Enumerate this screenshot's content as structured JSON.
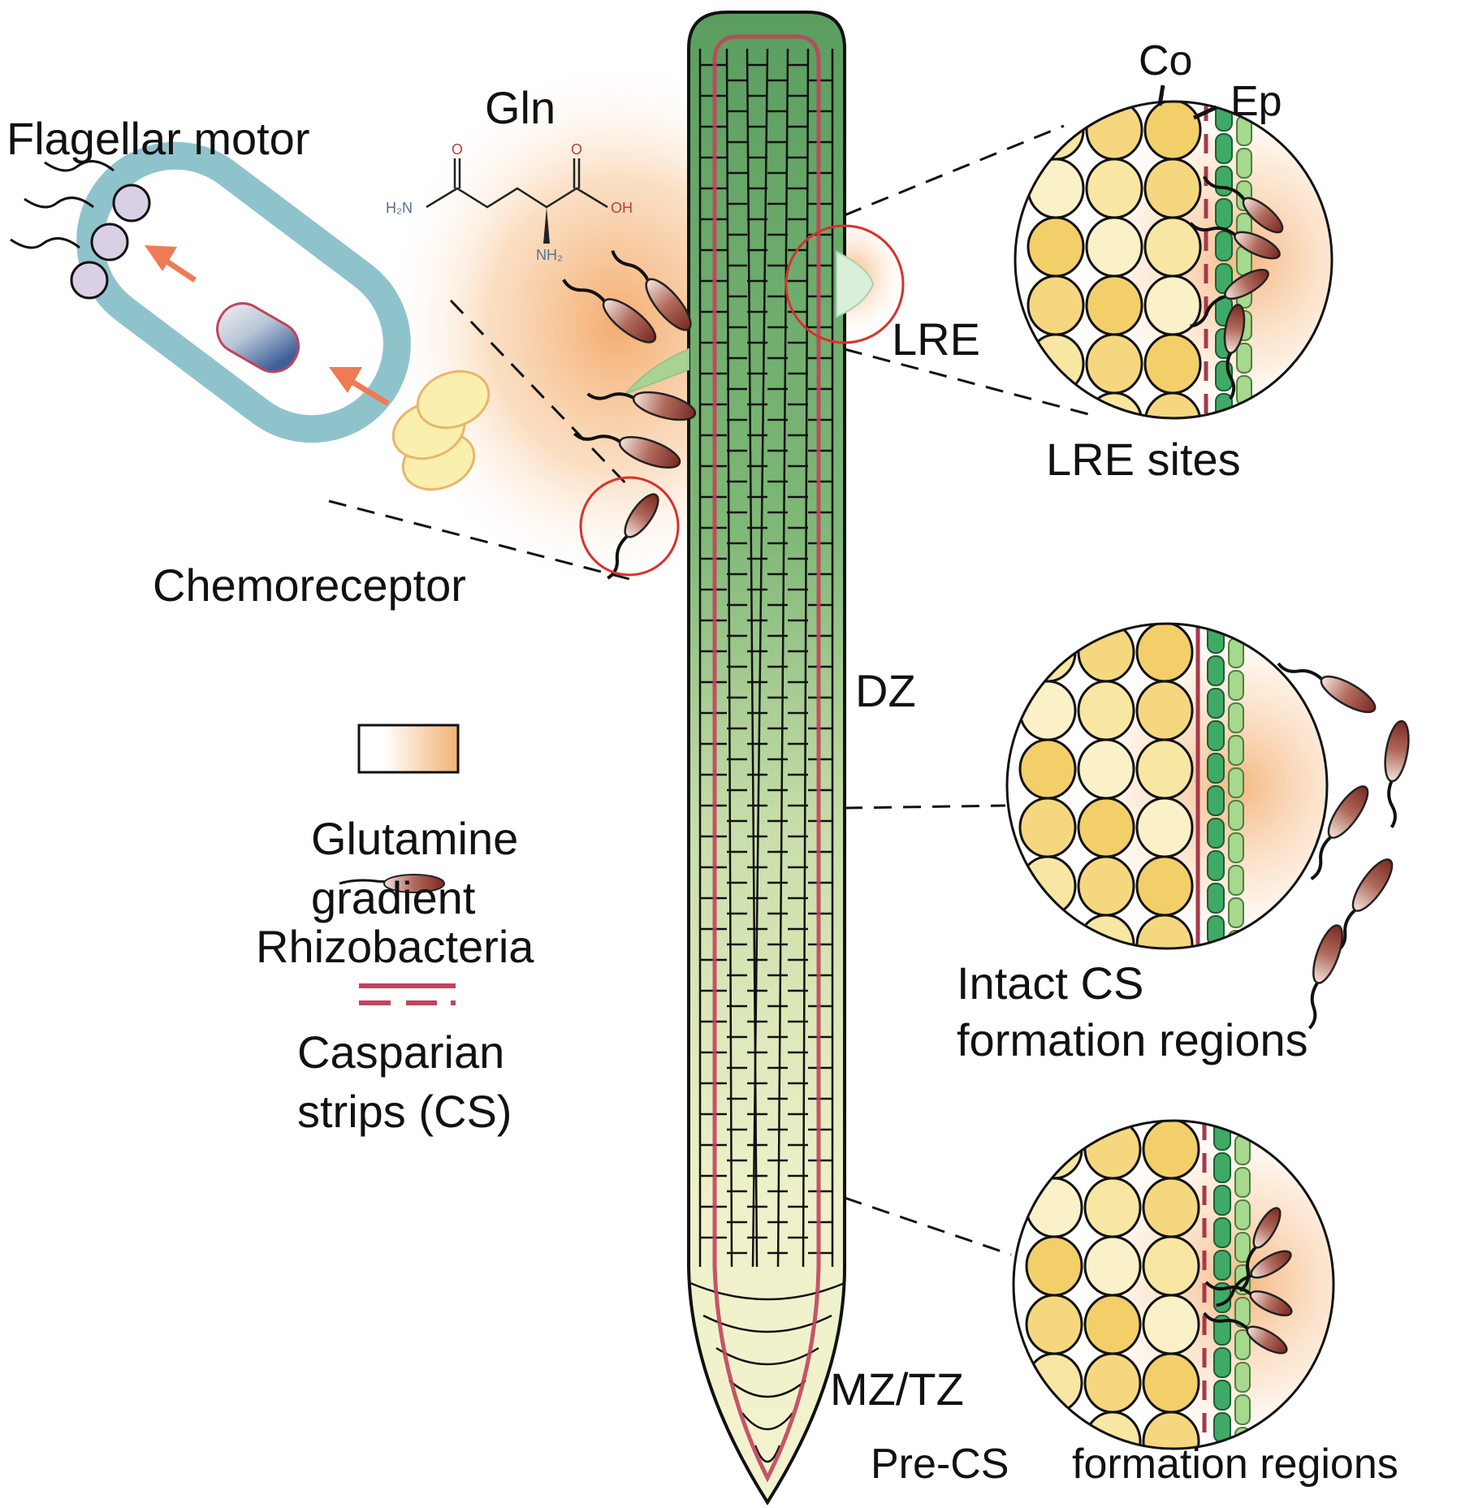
{
  "figure": {
    "title": "Glutamine-mediated rhizobacterial chemotaxis toward root Casparian strip regions",
    "labels": {
      "flagellar_motor": "Flagellar motor",
      "gln": "Gln",
      "chemoreceptor": "Chemoreceptor",
      "lre": "LRE",
      "lre_sites": "LRE sites",
      "co": "Co",
      "ep": "Ep",
      "dz": "DZ",
      "intact_cs_line1": "Intact CS",
      "intact_cs_line2": "formation regions",
      "mz_tz": "MZ/TZ",
      "pre_cs": "Pre-CS",
      "pre_cs_regions": "formation regions"
    },
    "molecule": {
      "name": "Glutamine",
      "atoms": {
        "o1": "O",
        "o2": "O",
        "h2n": "H₂N",
        "oh": "OH",
        "nh2": "NH₂"
      }
    },
    "legend": {
      "items": [
        {
          "icon": "gradient-swatch-icon",
          "label_line1": "Glutamine",
          "label_line2": "gradient"
        },
        {
          "icon": "rhizobacterium-icon",
          "label_line1": "Rhizobacteria",
          "label_line2": ""
        },
        {
          "icon": "casparian-strip-icon",
          "label_line1": "Casparian",
          "label_line2": "strips (CS)"
        }
      ]
    },
    "colors": {
      "cell_wall": "#8fc3cc",
      "arrow": "#ee7b55",
      "gradient": "#f3b06e",
      "bacterium": "#8a3a2e",
      "root_top": "#5c9f62",
      "root_bottom": "#eef0c8",
      "casparian": "#c0445c",
      "cortex": "#3faa66",
      "epidermis": "#a6d88e",
      "highlight_circle": "#d9302e"
    }
  }
}
